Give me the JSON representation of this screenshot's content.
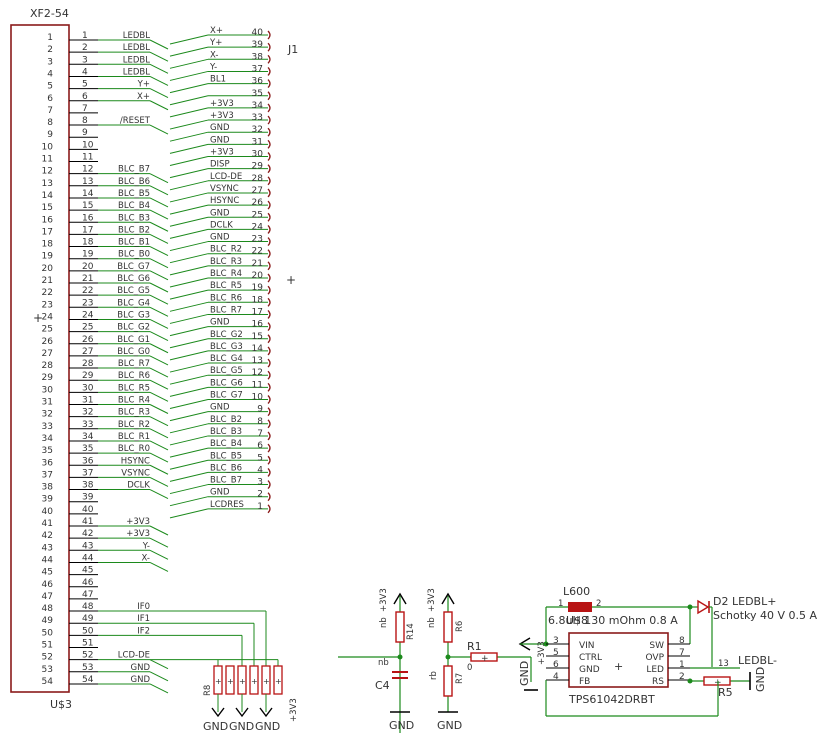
{
  "colors": {
    "wire": "#1c8a1c",
    "outline": "#8a1a1a",
    "text": "#333333",
    "part_red": "#b81414",
    "body": "#000000"
  },
  "connector_xf": {
    "name": "XF2-54",
    "ref": "U$3",
    "pin_count": 54
  },
  "connector_j1": {
    "ref": "J1",
    "pin_count": 40
  },
  "xf_nets": [
    {
      "pin": 1,
      "label": "LEDBL"
    },
    {
      "pin": 2,
      "label": "LEDBL"
    },
    {
      "pin": 3,
      "label": "LEDBL"
    },
    {
      "pin": 4,
      "label": "LEDBL"
    },
    {
      "pin": 5,
      "label": "Y+"
    },
    {
      "pin": 6,
      "label": "X+"
    },
    {
      "pin": 8,
      "label": "/RESET"
    },
    {
      "pin": 12,
      "label": "BLC_B7"
    },
    {
      "pin": 13,
      "label": "BLC_B6"
    },
    {
      "pin": 14,
      "label": "BLC_B5"
    },
    {
      "pin": 15,
      "label": "BLC_B4"
    },
    {
      "pin": 16,
      "label": "BLC_B3"
    },
    {
      "pin": 17,
      "label": "BLC_B2"
    },
    {
      "pin": 18,
      "label": "BLC_B1"
    },
    {
      "pin": 19,
      "label": "BLC_B0"
    },
    {
      "pin": 20,
      "label": "BLC_G7"
    },
    {
      "pin": 21,
      "label": "BLC_G6"
    },
    {
      "pin": 22,
      "label": "BLC_G5"
    },
    {
      "pin": 23,
      "label": "BLC_G4"
    },
    {
      "pin": 24,
      "label": "BLC_G3"
    },
    {
      "pin": 25,
      "label": "BLC_G2"
    },
    {
      "pin": 26,
      "label": "BLC_G1"
    },
    {
      "pin": 27,
      "label": "BLC_G0"
    },
    {
      "pin": 28,
      "label": "BLC_R7"
    },
    {
      "pin": 29,
      "label": "BLC_R6"
    },
    {
      "pin": 30,
      "label": "BLC_R5"
    },
    {
      "pin": 31,
      "label": "BLC_R4"
    },
    {
      "pin": 32,
      "label": "BLC_R3"
    },
    {
      "pin": 33,
      "label": "BLC_R2"
    },
    {
      "pin": 34,
      "label": "BLC_R1"
    },
    {
      "pin": 35,
      "label": "BLC_R0"
    },
    {
      "pin": 36,
      "label": "HSYNC"
    },
    {
      "pin": 37,
      "label": "VSYNC"
    },
    {
      "pin": 38,
      "label": "DCLK"
    },
    {
      "pin": 41,
      "label": "+3V3"
    },
    {
      "pin": 42,
      "label": "+3V3"
    },
    {
      "pin": 43,
      "label": "Y-"
    },
    {
      "pin": 44,
      "label": "X-"
    },
    {
      "pin": 48,
      "label": "IF0"
    },
    {
      "pin": 49,
      "label": "IF1"
    },
    {
      "pin": 50,
      "label": "IF2"
    },
    {
      "pin": 52,
      "label": "LCD-DE"
    },
    {
      "pin": 53,
      "label": "GND"
    },
    {
      "pin": 54,
      "label": "GND"
    }
  ],
  "j1_nets": [
    {
      "pin": 40,
      "label": "X+"
    },
    {
      "pin": 39,
      "label": "Y+"
    },
    {
      "pin": 38,
      "label": "X-"
    },
    {
      "pin": 37,
      "label": "Y-"
    },
    {
      "pin": 36,
      "label": "BL1"
    },
    {
      "pin": 35,
      "label": ""
    },
    {
      "pin": 34,
      "label": "+3V3"
    },
    {
      "pin": 33,
      "label": "+3V3"
    },
    {
      "pin": 32,
      "label": "GND"
    },
    {
      "pin": 31,
      "label": "GND"
    },
    {
      "pin": 30,
      "label": "+3V3"
    },
    {
      "pin": 29,
      "label": "DISP"
    },
    {
      "pin": 28,
      "label": "LCD-DE"
    },
    {
      "pin": 27,
      "label": "VSYNC"
    },
    {
      "pin": 26,
      "label": "HSYNC"
    },
    {
      "pin": 25,
      "label": "GND"
    },
    {
      "pin": 24,
      "label": "DCLK"
    },
    {
      "pin": 23,
      "label": "GND"
    },
    {
      "pin": 22,
      "label": "BLC_R2"
    },
    {
      "pin": 21,
      "label": "BLC_R3"
    },
    {
      "pin": 20,
      "label": "BLC_R4"
    },
    {
      "pin": 19,
      "label": "BLC_R5"
    },
    {
      "pin": 18,
      "label": "BLC_R6"
    },
    {
      "pin": 17,
      "label": "BLC_R7"
    },
    {
      "pin": 16,
      "label": "GND"
    },
    {
      "pin": 15,
      "label": "BLC_G2"
    },
    {
      "pin": 14,
      "label": "BLC_G3"
    },
    {
      "pin": 13,
      "label": "BLC_G4"
    },
    {
      "pin": 12,
      "label": "BLC_G5"
    },
    {
      "pin": 11,
      "label": "BLC_G6"
    },
    {
      "pin": 10,
      "label": "BLC_G7"
    },
    {
      "pin": 9,
      "label": "GND"
    },
    {
      "pin": 8,
      "label": "BLC_B2"
    },
    {
      "pin": 7,
      "label": "BLC_B3"
    },
    {
      "pin": 6,
      "label": "BLC_B4"
    },
    {
      "pin": 5,
      "label": "BLC_B5"
    },
    {
      "pin": 4,
      "label": "BLC_B6"
    },
    {
      "pin": 3,
      "label": "BLC_B7"
    },
    {
      "pin": 2,
      "label": "GND"
    },
    {
      "pin": 1,
      "label": "LCDRES"
    }
  ],
  "resistor_bank": {
    "ref": "R8",
    "gnd_labels": [
      "GND",
      "GND",
      "GND"
    ],
    "supply_label": "+3V3"
  },
  "boost_circuit": {
    "r14_ref": "R14",
    "r14_value": "nb",
    "r14_supply": "+3V3",
    "r6_ref": "R6",
    "r6_value": "nb",
    "r6_supply": "+3V3",
    "nb_label": "nb",
    "c4_ref": "C4",
    "c4_gnd": "GND",
    "r7_ref": "R7",
    "r7_value": "rb",
    "r7_gnd": "GND",
    "r1_ref": "R1",
    "r1_value": "0",
    "ic_gnd": "GND",
    "ic_supply": "+3V3",
    "inductor_ref": "L600",
    "inductor_value": "6.8uH 130 mOhm 0.8 A",
    "inductor_pin1": "1",
    "inductor_pin2": "2",
    "inductor_overlap": "U$8",
    "diode_ref": "D2",
    "diode_value": "Schotky 40 V 0.5 A",
    "ledbl_plus": "LEDBL+",
    "ledbl_minus": "LEDBL-",
    "r5_ref": "R5",
    "r5_gnd": "GND",
    "r5_extra": "13",
    "ic_name": "TPS61042DRBT",
    "ic_pins_left": [
      {
        "num": "3",
        "name": "VIN"
      },
      {
        "num": "5",
        "name": "CTRL"
      },
      {
        "num": "6",
        "name": "GND"
      },
      {
        "num": "4",
        "name": "FB"
      }
    ],
    "ic_pins_right": [
      {
        "num": "8",
        "name": "SW"
      },
      {
        "num": "7",
        "name": "OVP"
      },
      {
        "num": "1",
        "name": "LED"
      },
      {
        "num": "2",
        "name": "RS"
      }
    ]
  }
}
